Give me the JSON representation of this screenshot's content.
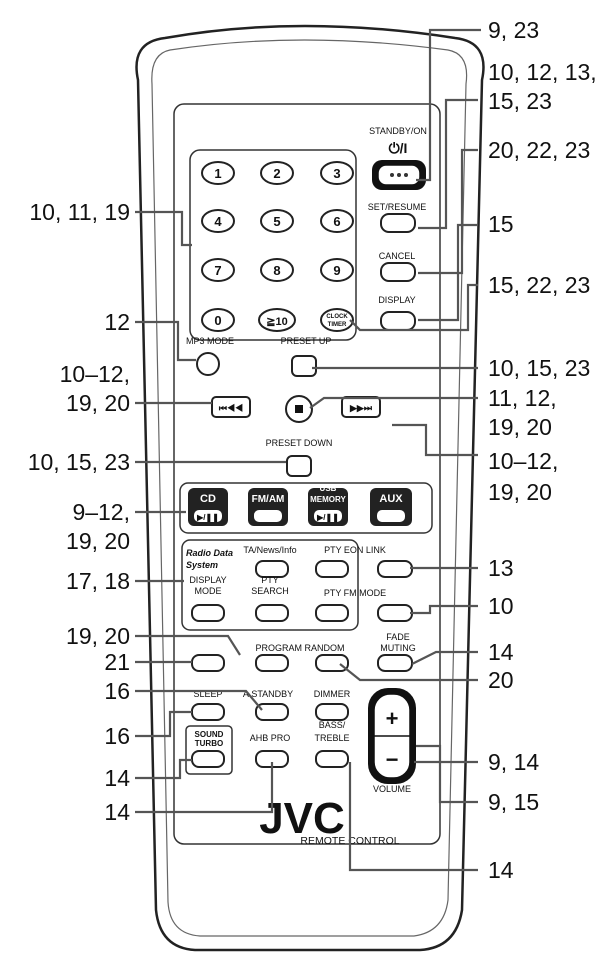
{
  "keypad": {
    "k1": "1",
    "k2": "2",
    "k3": "3",
    "k4": "4",
    "k5": "5",
    "k6": "6",
    "k7": "7",
    "k8": "8",
    "k9": "9",
    "k0": "0",
    "k10": "≧10"
  },
  "labels": {
    "standby": "STANDBY/ON",
    "standby_symbol": "⏻/I",
    "set_resume": "SET/RESUME",
    "cancel": "CANCEL",
    "display": "DISPLAY",
    "clock_timer_1": "CLOCK",
    "clock_timer_2": "TIMER",
    "mp3_mode": "MP3 MODE",
    "preset_up": "PRESET UP",
    "preset_down": "PRESET DOWN",
    "cd": "CD",
    "fm_am": "FM/AM",
    "usb_memory_1": "USB",
    "usb_memory_2": "MEMORY",
    "aux": "AUX",
    "radio_data_1": "Radio Data",
    "radio_data_2": "System",
    "ta_news_info": "TA/News/Info",
    "pty_eon_link": "PTY EON LINK",
    "display_mode_1": "DISPLAY",
    "display_mode_2": "MODE",
    "pty_search_1": "PTY",
    "pty_search_2": "SEARCH",
    "pty_fm_mode": "PTY FM MODE",
    "fade_muting_1": "FADE",
    "fade_muting_2": "MUTING",
    "program_random": "PROGRAM RANDOM",
    "sleep": "SLEEP",
    "a_standby": "A.STANDBY",
    "dimmer": "DIMMER",
    "bass_treble_1": "BASS/",
    "bass_treble_2": "TREBLE",
    "sound_turbo_1": "SOUND",
    "sound_turbo_2": "TURBO",
    "ahb_pro": "AHB PRO",
    "volume": "VOLUME",
    "plus": "+",
    "minus": "−",
    "logo": "JVC",
    "remote_control": "REMOTE CONTROL"
  },
  "callouts": {
    "r1": "9, 23",
    "r2a": "10, 12, 13,",
    "r2b": "15, 23",
    "r3": "20, 22, 23",
    "r4": "15",
    "r5": "15, 22, 23",
    "r6": "10, 15, 23",
    "r7a": "11, 12,",
    "r7b": "19, 20",
    "r8a": "10–12,",
    "r8b": "19, 20",
    "r9": "13",
    "r10": "10",
    "r11": "14",
    "r12": "20",
    "r13": "9, 14",
    "r14": "9, 15",
    "r15": "14",
    "l1": "10, 11, 19",
    "l2": "12",
    "l3a": "10–12,",
    "l3b": "19, 20",
    "l4": "10, 15, 23",
    "l5a": "9–12,",
    "l5b": "19, 20",
    "l6": "17, 18",
    "l7": "19, 20",
    "l8": "21",
    "l9": "16",
    "l10": "16",
    "l11": "14",
    "l12": "14"
  }
}
